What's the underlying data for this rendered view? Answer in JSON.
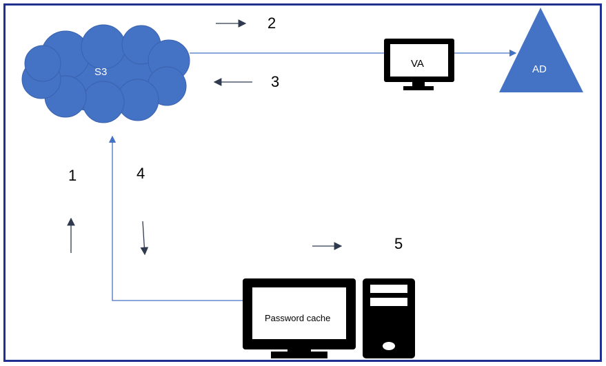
{
  "nodes": {
    "s3": {
      "label": "S3"
    },
    "va": {
      "label": "VA"
    },
    "ad": {
      "label": "AD"
    },
    "client": {
      "label": "Password cache"
    }
  },
  "steps": [
    "1",
    "2",
    "3",
    "4",
    "5"
  ],
  "colors": {
    "cloud": "#4472c4",
    "triangle": "#4472c4",
    "connector": "#4472c4",
    "frame": "#1f2f8f",
    "arrow": "#2f3a4f",
    "device": "#000000"
  }
}
